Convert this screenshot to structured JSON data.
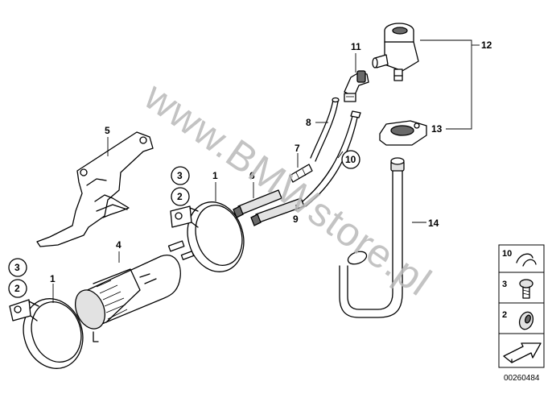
{
  "diagram": {
    "watermark": "www.BMWstore.pl",
    "reference_number": "00260484",
    "callouts": {
      "c1a": "1",
      "c1b": "1",
      "c2a": "2",
      "c2b": "2",
      "c3a": "3",
      "c3b": "3",
      "c4": "4",
      "c5": "5",
      "c6": "6",
      "c7": "7",
      "c8": "8",
      "c9": "9",
      "c10": "10",
      "c11": "11",
      "c12": "12",
      "c13": "13",
      "c14": "14"
    },
    "side_panel": {
      "item_10": "10",
      "item_3": "3",
      "item_2": "2"
    }
  }
}
